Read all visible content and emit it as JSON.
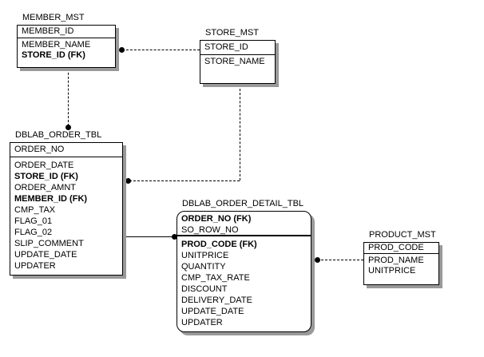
{
  "diagram": {
    "type": "entity-relationship-diagram",
    "notation": "IDEF1X",
    "colors": {
      "background": "#ffffff",
      "border": "#000000",
      "shadow": "#999999",
      "text": "#000000"
    },
    "entities": [
      {
        "name": "MEMBER_MST",
        "shape": "rectangle",
        "keys": [
          {
            "label": "MEMBER_ID",
            "bold": false
          }
        ],
        "attrs": [
          {
            "label": "MEMBER_NAME",
            "bold": false
          },
          {
            "label": "STORE_ID (FK)",
            "bold": true
          }
        ]
      },
      {
        "name": "STORE_MST",
        "shape": "rectangle",
        "keys": [
          {
            "label": "STORE_ID",
            "bold": false
          }
        ],
        "attrs": [
          {
            "label": "STORE_NAME",
            "bold": false
          }
        ]
      },
      {
        "name": "DBLAB_ORDER_TBL",
        "shape": "rectangle",
        "keys": [
          {
            "label": "ORDER_NO",
            "bold": false
          }
        ],
        "attrs": [
          {
            "label": "ORDER_DATE",
            "bold": false
          },
          {
            "label": "STORE_ID (FK)",
            "bold": true
          },
          {
            "label": "ORDER_AMNT",
            "bold": false
          },
          {
            "label": "MEMBER_ID (FK)",
            "bold": true
          },
          {
            "label": "CMP_TAX",
            "bold": false
          },
          {
            "label": "FLAG_01",
            "bold": false
          },
          {
            "label": "FLAG_02",
            "bold": false
          },
          {
            "label": "SLIP_COMMENT",
            "bold": false
          },
          {
            "label": "UPDATE_DATE",
            "bold": false
          },
          {
            "label": "UPDATER",
            "bold": false
          }
        ]
      },
      {
        "name": "DBLAB_ORDER_DETAIL_TBL",
        "shape": "rounded-rectangle",
        "keys": [
          {
            "label": "ORDER_NO (FK)",
            "bold": true
          },
          {
            "label": "SO_ROW_NO",
            "bold": false
          }
        ],
        "attrs": [
          {
            "label": "PROD_CODE (FK)",
            "bold": true
          },
          {
            "label": "UNITPRICE",
            "bold": false
          },
          {
            "label": "QUANTITY",
            "bold": false
          },
          {
            "label": "CMP_TAX_RATE",
            "bold": false
          },
          {
            "label": "DISCOUNT",
            "bold": false
          },
          {
            "label": "DELIVERY_DATE",
            "bold": false
          },
          {
            "label": "UPDATE_DATE",
            "bold": false
          },
          {
            "label": "UPDATER",
            "bold": false
          }
        ]
      },
      {
        "name": "PRODUCT_MST",
        "shape": "rectangle",
        "keys": [
          {
            "label": "PROD_CODE",
            "bold": false
          }
        ],
        "attrs": [
          {
            "label": "PROD_NAME",
            "bold": false
          },
          {
            "label": "UNITPRICE",
            "bold": false
          }
        ]
      }
    ],
    "connectors": [
      {
        "from": "STORE_MST",
        "to": "MEMBER_MST",
        "style": "dashed",
        "dot_at": "MEMBER_MST"
      },
      {
        "from": "MEMBER_MST",
        "to": "DBLAB_ORDER_TBL",
        "style": "dashed",
        "dot_at": "DBLAB_ORDER_TBL"
      },
      {
        "from": "STORE_MST",
        "to": "DBLAB_ORDER_TBL",
        "style": "dashed",
        "dot_at": "DBLAB_ORDER_TBL"
      },
      {
        "from": "DBLAB_ORDER_TBL",
        "to": "DBLAB_ORDER_DETAIL_TBL",
        "style": "solid",
        "dot_at": "DBLAB_ORDER_DETAIL_TBL"
      },
      {
        "from": "PRODUCT_MST",
        "to": "DBLAB_ORDER_DETAIL_TBL",
        "style": "dashed",
        "dot_at": "DBLAB_ORDER_DETAIL_TBL"
      }
    ]
  }
}
